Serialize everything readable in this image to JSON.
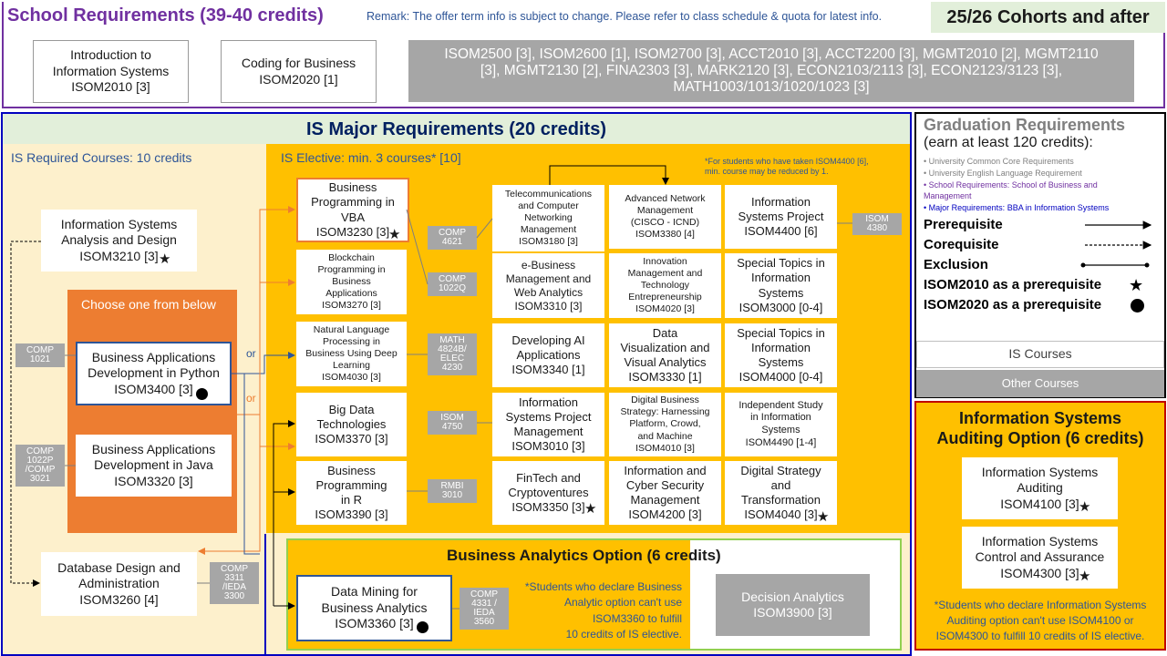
{
  "header": {
    "title": "School Requirements (39-40 credits)",
    "remark": "Remark: The offer term info is subject to change. Please refer to class schedule & quota for latest info.",
    "cohort": "25/26 Cohorts and after"
  },
  "school": {
    "intro": "Introduction to\nInformation Systems\nISOM2010 [3]",
    "coding": "Coding for Business\nISOM2020 [1]",
    "others": "ISOM2500 [3], ISOM2600 [1], ISOM2700 [3], ACCT2010 [3], ACCT2200 [3], MGMT2010 [2], MGMT2110 [3], MGMT2130 [2], FINA2303 [3], MARK2120 [3], ECON2103/2113 [3], ECON2123/3123 [3], MATH1003/1013/1020/1023 [3]"
  },
  "major": {
    "title": "IS Major Requirements (20 credits)",
    "required_label": "IS Required Courses: 10 credits",
    "elective_label": "IS Elective: min. 3 courses* [10]",
    "elective_note": "*For students who have taken ISOM4400 [6],\nmin. course may be reduced by 1.",
    "isad": "Information Systems\nAnalysis and Design\nISOM3210 [3]",
    "choose_one": "Choose one from below",
    "python": "Business Applications\nDevelopment in Python\nISOM3400 [3]",
    "java": "Business Applications\nDevelopment in Java\nISOM3320 [3]",
    "database": "Database Design and\nAdministration\nISOM3260 [4]",
    "or1": "or",
    "or2": "or",
    "tag_comp1021": "COMP\n1021",
    "tag_comp1022p": "COMP\n1022P\n/COMP\n3021",
    "tag_comp3311": "COMP\n3311\n/IEDA\n3300"
  },
  "electives": {
    "vba": "Business\nProgramming in\nVBA\nISOM3230 [3]",
    "blockchain": "Blockchain\nProgramming in\nBusiness\nApplications\nISOM3270 [3]",
    "nlp": "Natural Language\nProcessing in\nBusiness Using Deep\nLearning\nISOM4030 [3]",
    "bigdata": "Big Data\nTechnologies\nISOM3370 [3]",
    "rprog": "Business\nProgramming\nin R\nISOM3390 [3]",
    "telecom": "Telecommunications\nand Computer\nNetworking\nManagement\nISOM3180 [3]",
    "ebusiness": "e-Business\nManagement and\nWeb Analytics\nISOM3310 [3]",
    "ai_apps": "Developing AI\nApplications\nISOM3340 [1]",
    "isproj_mgmt": "Information\nSystems Project\nManagement\nISOM3010 [3]",
    "fintech": "FinTech and\nCryptoventures\nISOM3350 [3]",
    "adv_network": "Advanced Network\nManagement\n(CISCO - ICND)\nISOM3380 [4]",
    "innovation": "Innovation\nManagement and\nTechnology\nEntrepreneurship\nISOM4020 [3]",
    "dataviz": "Data\nVisualization and\nVisual Analytics\nISOM3330 [1]",
    "digital_biz": "Digital Business\nStrategy: Harnessing\nPlatform, Crowd,\nand Machine\nISOM4010 [3]",
    "cyber": "Information and\nCyber Security\nManagement\nISOM4200 [3]",
    "is_project": "Information\nSystems Project\nISOM4400 [6]",
    "special1": "Special Topics in\nInformation\nSystems\nISOM3000 [0-4]",
    "special2": "Special Topics in\nInformation\nSystems\nISOM4000 [0-4]",
    "indep": "Independent Study\nin Information\nSystems\nISOM4490 [1-4]",
    "digital_strategy": "Digital Strategy\nand\nTransformation\nISOM4040 [3]",
    "tag_comp4621": "COMP\n4621",
    "tag_comp1022q": "COMP\n1022Q",
    "tag_math": "MATH\n4824B/\nELEC\n4230",
    "tag_isom4750": "ISOM\n4750",
    "tag_rmbi": "RMBI\n3010",
    "tag_isom4380": "ISOM\n4380"
  },
  "analytics": {
    "title": "Business Analytics Option (6 credits)",
    "datamining": "Data Mining for\nBusiness Analytics\nISOM3360 [3]",
    "decision": "Decision Analytics\nISOM3900 [3]",
    "tag_comp4331": "COMP\n4331 /\nIEDA\n3560",
    "note": "*Students who declare Business\nAnalytic option can't use\nISOM3360 to fulfill\n10 credits of IS elective."
  },
  "graduation": {
    "title": "Graduation Requirements",
    "subtitle": "(earn at least 120 credits):",
    "items": [
      "University Common Core Requirements",
      "University English Language Requirement",
      "School Requirements: School of Business and Management",
      "Major Requirements: BBA in Information Systems"
    ],
    "prerequisite": "Prerequisite",
    "corequisite": "Corequisite",
    "exclusion": "Exclusion",
    "isom2010": "ISOM2010 as a prerequisite",
    "isom2020": "ISOM2020 as a prerequisite",
    "is_courses": "IS Courses",
    "other_courses": "Other Courses"
  },
  "auditing": {
    "title": "Information Systems\nAuditing Option (6 credits)",
    "auditing_course": "Information Systems\nAuditing\nISOM4100 [3]",
    "control": "Information Systems\nControl and Assurance\nISOM4300 [3]",
    "note": "*Students who declare Information Systems\nAuditing option can't use ISOM4100 or\nISOM4300 to fulfill 10 credits of IS elective."
  },
  "colors": {
    "purple": "#7030a0",
    "navy": "#002060",
    "blue_border": "#0000c0",
    "gold": "#ffc000",
    "orange": "#ed7d31",
    "cream": "#fdf0cc",
    "gray": "#a6a6a6",
    "green": "#92d050",
    "red": "#c00000",
    "pale_green": "#e2efda",
    "marker_blue": "#2e5597"
  },
  "markers": {
    "star_icon": "★",
    "dot_icon": "●"
  }
}
